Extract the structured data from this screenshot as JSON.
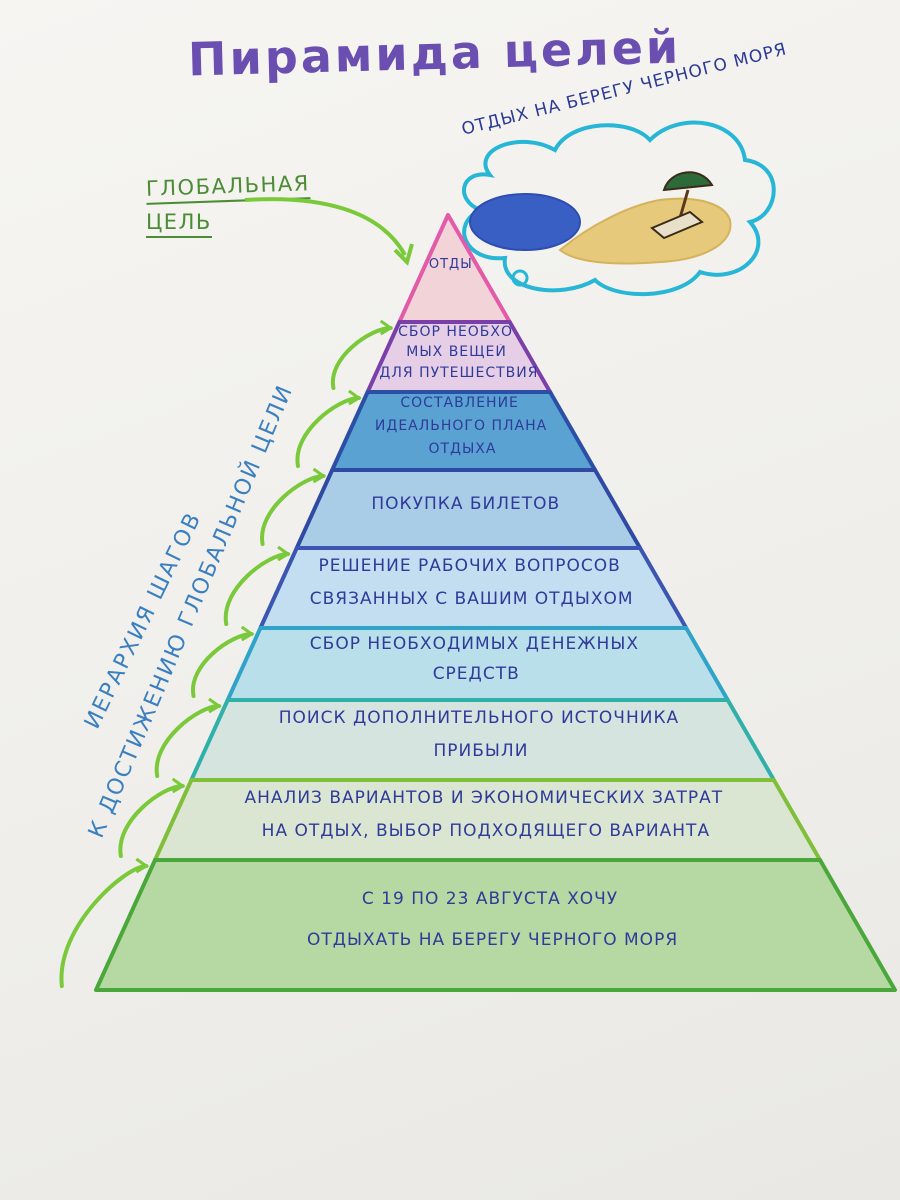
{
  "title": "Пирамида целей",
  "global_goal_label": {
    "line1": "ГЛОБАЛЬНАЯ",
    "line2": "ЦЕЛЬ"
  },
  "cloud_caption": "ОТДЫХ НА БЕРЕГУ ЧЕРНОГО МОРЯ",
  "side_label": {
    "line1": "ИЕРАРХИЯ ШАГОВ",
    "line2": "К ДОСТИЖЕНИЮ ГЛОБАЛЬНОЙ ЦЕЛИ"
  },
  "levels": [
    {
      "lines": [
        "ОТДЫХ"
      ],
      "color": "#e35aa8",
      "fill": "#f1d3d8"
    },
    {
      "lines": [
        "СБОР НЕОБХОДИ-",
        "МЫХ ВЕЩЕЙ",
        "ДЛЯ ПУТЕШЕСТВИЯ"
      ],
      "color": "#7a3fa8",
      "fill": "#e6cfe6"
    },
    {
      "lines": [
        "СОСТАВЛЕНИЕ",
        "ИДЕАЛЬНОГО ПЛАНА",
        "ОТДЫХА"
      ],
      "color": "#2c4fa6",
      "fill": "#5aa2d2"
    },
    {
      "lines": [
        "ПОКУПКА БИЛЕТОВ"
      ],
      "color": "#2f4aa3",
      "fill": "#a9cde6"
    },
    {
      "lines": [
        "РЕШЕНИЕ РАБОЧИХ ВОПРОСОВ",
        "СВЯЗАННЫХ С ВАШИМ ОТДЫХОМ"
      ],
      "color": "#3b55b0",
      "fill": "#c3def0"
    },
    {
      "lines": [
        "СБОР НЕОБХОДИМЫХ ДЕНЕЖНЫХ",
        "СРЕДСТВ"
      ],
      "color": "#2fa3c8",
      "fill": "#b9dfea"
    },
    {
      "lines": [
        "ПОИСК ДОПОЛНИТЕЛЬНОГО ИСТОЧНИКА",
        "ПРИБЫЛИ"
      ],
      "color": "#2fb0a8",
      "fill": "#d6e4e0"
    },
    {
      "lines": [
        "АНАЛИЗ ВАРИАНТОВ И ЭКОНОМИЧЕСКИХ ЗАТРАТ",
        "НА ОТДЫХ, ВЫБОР ПОДХОДЯЩЕГО ВАРИАНТА"
      ],
      "color": "#7fbf3a",
      "fill": "#dbe6d2"
    },
    {
      "lines": [
        "С 19 ПО 23 АВГУСТА ХОЧУ",
        "ОТДЫХАТЬ НА БЕРЕГУ ЧЕРНОГО МОРЯ"
      ],
      "color": "#4aa83a",
      "fill": "#b6d8a2"
    }
  ],
  "colors": {
    "title": "#6a4fb0",
    "arrow_green": "#7ac93a",
    "cloud_outline": "#27b6d6",
    "sea": "#3a5fc4",
    "sand": "#e6c97a"
  }
}
